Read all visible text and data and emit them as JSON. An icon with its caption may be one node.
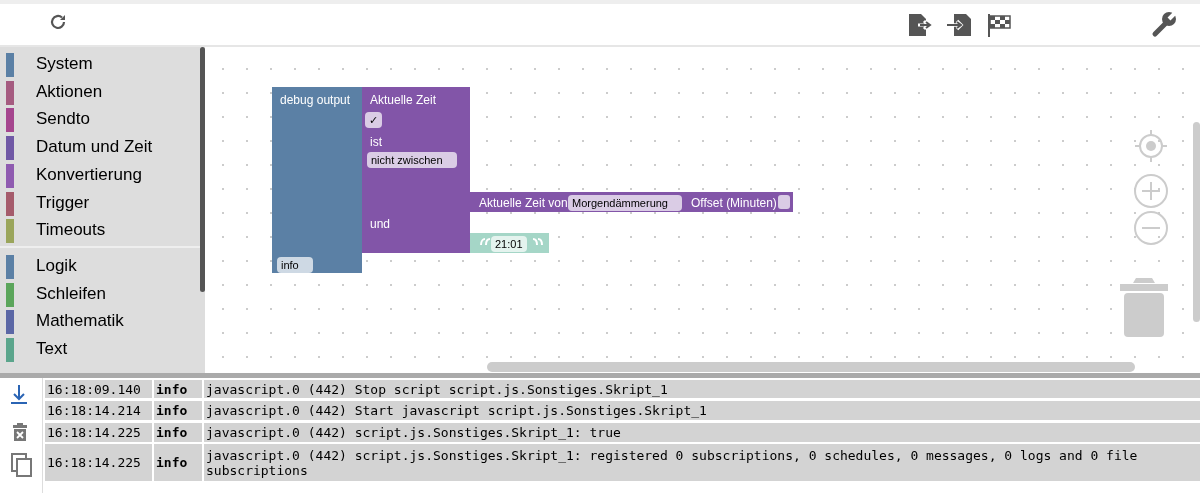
{
  "diagram": {
    "nodes": [
      {
        "text": [
          "debug output",
          "info"
        ]
      },
      {
        "text": [
          "Aktuelle Zeit",
          "✓",
          "ist",
          "nicht zwischen",
          "und"
        ]
      },
      {
        "text": [
          "Aktuelle Zeit von",
          "Morgendämmerung",
          "Offset (Minuten)"
        ]
      },
      {
        "text": [
          "21:01"
        ]
      }
    ],
    "edges": [],
    "labels": [
      "System",
      "Aktionen",
      "Sendto",
      "Datum und Zeit",
      "Konvertierung",
      "Trigger",
      "Timeouts",
      "Logik",
      "Schleifen",
      "Mathematik",
      "Text",
      "16:18:09.140",
      "info",
      "javascript.0 (442) Stop script script.js.Sonstiges.Skript_1",
      "16:18:14.214",
      "info",
      "javascript.0 (442) Start javascript script.js.Sonstiges.Skript_1",
      "16:18:14.225",
      "info",
      "javascript.0 (442) script.js.Sonstiges.Skript_1: true",
      "16:18:14.225",
      "info",
      "javascript.0 (442) script.js.Sonstiges.Skript_1: registered 0 subscriptions, 0 schedules, 0 messages, 0 logs and 0 file subscriptions"
    ]
  }
}
